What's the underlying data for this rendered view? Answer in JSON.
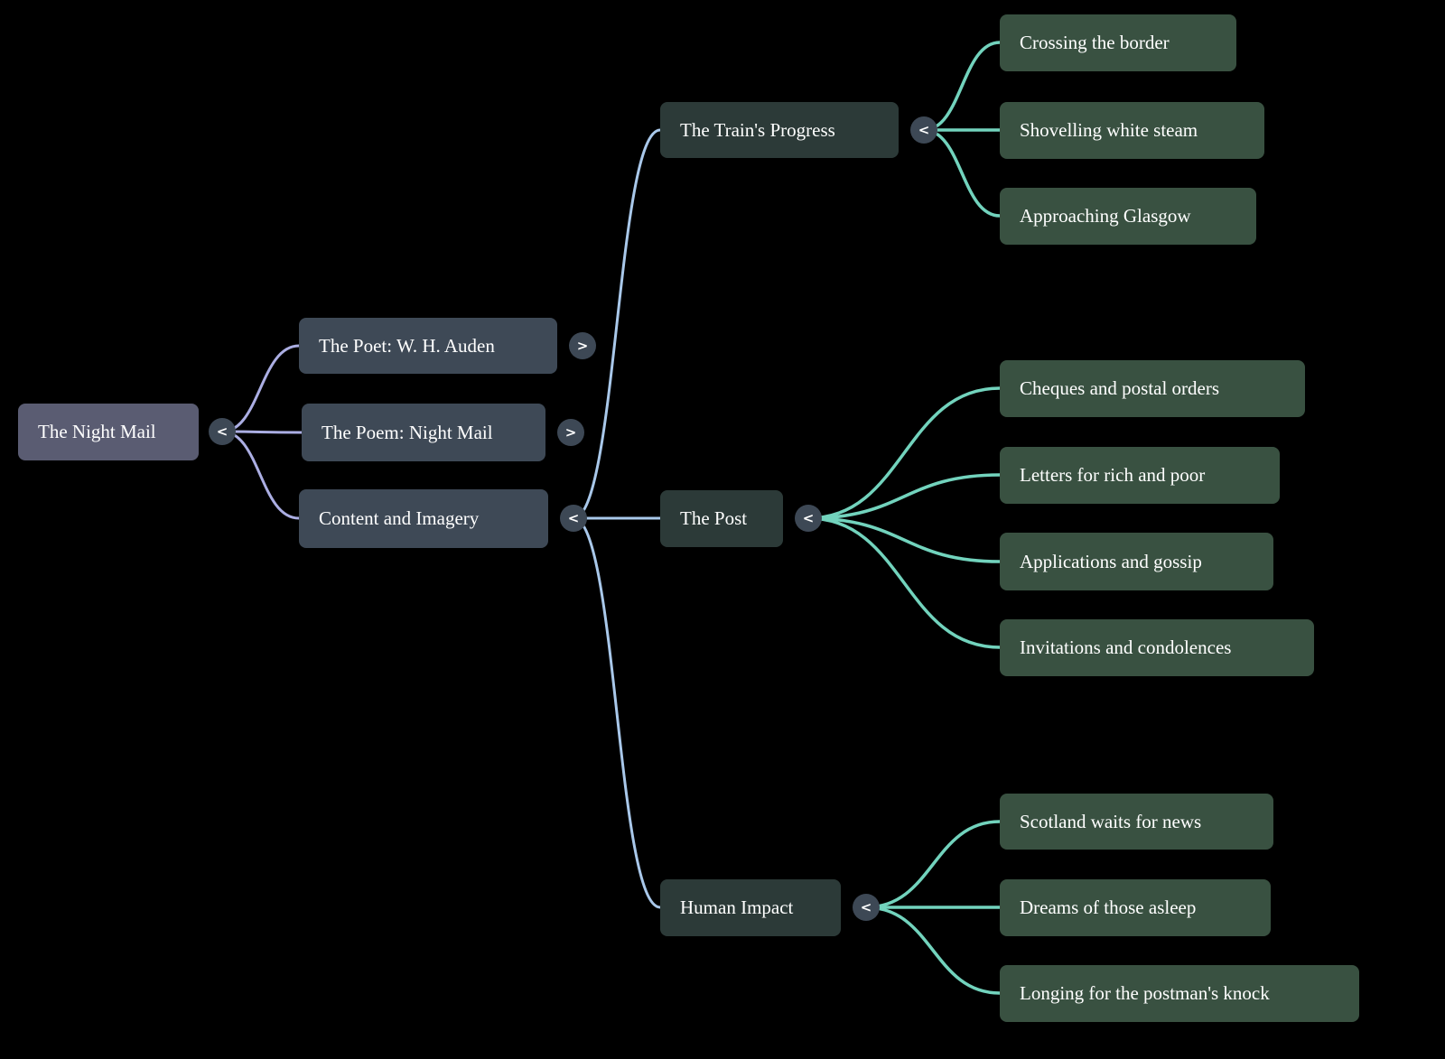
{
  "mindmap": {
    "root": {
      "label": "The Night Mail",
      "toggle": "<"
    },
    "branches": [
      {
        "label": "The Poet: W. H. Auden",
        "toggle": ">"
      },
      {
        "label": "The Poem: Night Mail",
        "toggle": ">"
      },
      {
        "label": "Content and Imagery",
        "toggle": "<",
        "children": [
          {
            "label": "The Train's Progress",
            "toggle": "<",
            "children": [
              {
                "label": "Crossing the border"
              },
              {
                "label": "Shovelling white steam"
              },
              {
                "label": "Approaching Glasgow"
              }
            ]
          },
          {
            "label": "The Post",
            "toggle": "<",
            "children": [
              {
                "label": "Cheques and postal orders"
              },
              {
                "label": "Letters for rich and poor"
              },
              {
                "label": "Applications and gossip"
              },
              {
                "label": "Invitations and condolences"
              }
            ]
          },
          {
            "label": "Human Impact",
            "toggle": "<",
            "children": [
              {
                "label": "Scotland waits for news"
              },
              {
                "label": "Dreams of those asleep"
              },
              {
                "label": "Longing for the postman's knock"
              }
            ]
          }
        ]
      }
    ],
    "colors": {
      "background": "#000000",
      "root_fill": "#5a5c72",
      "branch_fill": "#3e4956",
      "section_fill": "#2c3a38",
      "leaf_fill": "#395141",
      "toggle_fill": "#3d4855",
      "link_root": "#abaee3",
      "link_branch": "#a9c8ea",
      "link_leaf": "#72d3bd",
      "text": "#ffffff"
    }
  }
}
